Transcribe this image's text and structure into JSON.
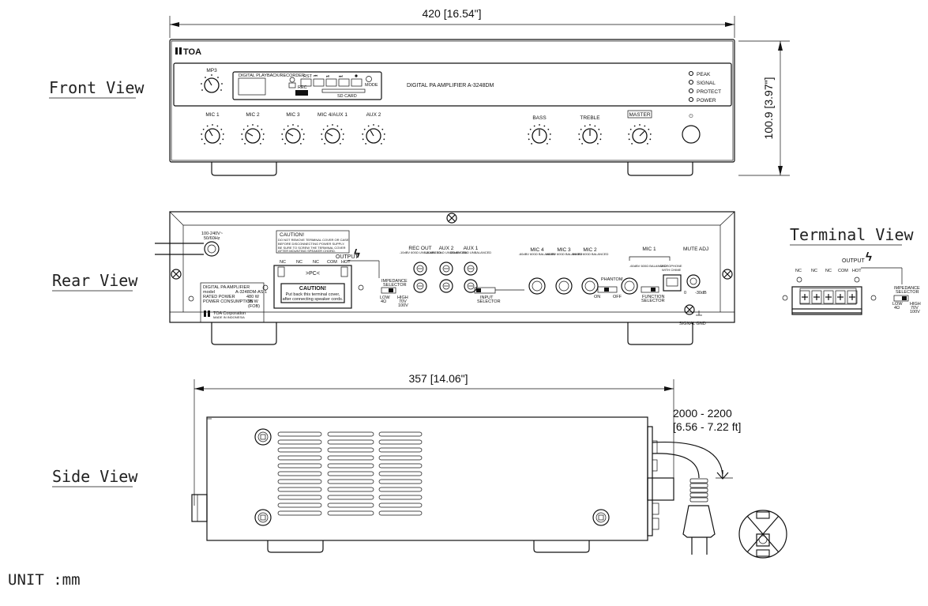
{
  "view_labels": {
    "front": "Front View",
    "rear": "Rear View",
    "side": "Side View",
    "terminal": "Terminal View"
  },
  "dimensions": {
    "width": "420 [16.54\"]",
    "height": "100.9 [3.97\"]",
    "depth": "357 [14.06\"]",
    "cord_line1": "2000 - 2200",
    "cord_line2": "[6.56 - 7.22 ft]"
  },
  "unit": "UNIT :mm",
  "front": {
    "brand": "TOA",
    "model_text": "DIGITAL PA AMPLIFIER A-3248DM",
    "mp3_label": "MP3",
    "player_title": "DIGITAL PLAYBACK/RECORDER",
    "player_btn_label": "RST",
    "player_mode_label": "MODE",
    "player_sd_label": "SD CARD",
    "player_usb_label": "REC",
    "knob_labels": [
      "MIC 1",
      "MIC 2",
      "MIC 3",
      "MIC 4/AUX 1",
      "AUX 2"
    ],
    "tone_labels": [
      "BASS",
      "TREBLE",
      "MASTER"
    ],
    "indicators": [
      "PEAK",
      "SIGNAL",
      "PROTECT",
      "POWER"
    ]
  },
  "rear": {
    "power_label_1": "100-240V~",
    "power_label_2": "50/60Hz",
    "caution_title": "CAUTION!",
    "caution_lines": [
      "DO NOT REMOVE TERMINAL COVER OR CASE",
      "BEFORE DISCONNECTING POWER SUPPLY.",
      "BE SURE TO SCREW THE TERMINAL COVER",
      "AFTER MOUNTING SPEAKER CHORD."
    ],
    "output_label": "OUTPUT",
    "terminal_labels": [
      "NC",
      "NC",
      "NC",
      "COM",
      "HOT"
    ],
    "cover_mark": ">PC<",
    "cover_caution": "CAUTION!",
    "cover_text_1": "Put back this terminal cover,",
    "cover_text_2": "after connecting speaker cords.",
    "impedance_label_1": "IMPEDANCE",
    "impedance_label_2": "SELECTOR",
    "impedance_low": "LOW",
    "impedance_low_val": "4Ω",
    "impedance_high": "HIGH",
    "impedance_high_val": "70V",
    "impedance_high_val2": "100V",
    "rating_title": "DIGITAL PA AMPLIFIER",
    "rating_model_label": "model",
    "rating_model": "A-3248DM-AS 1",
    "rating_power_label": "RATED POWER",
    "rating_power": "480 W",
    "rating_consumption_label": "POWER CONSUMPTION",
    "rating_consumption": "95 W",
    "rating_code": "(FOB)",
    "rating_company": "TOA Corporation",
    "rating_made": "MADE IN INDONESIA",
    "jacks": [
      {
        "label": "REC OUT",
        "sub": "-10dBV 600Ω UNBALANCED"
      },
      {
        "label": "AUX 2",
        "sub": "-20dBV 10kΩ UNBALANCED"
      },
      {
        "label": "AUX 1",
        "sub": "-20dBV 10kΩ UNBALANCED"
      },
      {
        "label": "MIC 4",
        "sub": "-60dBV 600Ω BALANCED"
      },
      {
        "label": "MIC 3",
        "sub": "-60dBV 600Ω BALANCED"
      },
      {
        "label": "MIC 2",
        "sub": "-60dBV 600Ω BALANCED"
      },
      {
        "label": "MIC 1",
        "sub": "-60dBV 600Ω BALANCED"
      }
    ],
    "input_selector_1": "INPUT",
    "input_selector_2": "SELECTOR",
    "phantom_label": "PHANTOM",
    "phantom_on": "ON",
    "phantom_off": "OFF",
    "function_selector_1": "FUNCTION",
    "function_selector_2": "SELECTOR",
    "mic_chime_1": "MICROPHONE",
    "mic_chime_2": "WITH CHIME",
    "mute_label": "MUTE ADJ",
    "mute_min": "0",
    "mute_max": "-30dB",
    "signal_gnd": "SIGNAL GND"
  },
  "terminal_view": {
    "labels": [
      "NC",
      "NC",
      "NC",
      "COM",
      "HOT"
    ],
    "output_label": "OUTPUT",
    "impedance_1": "IMPEDANCE",
    "impedance_2": "SELECTOR",
    "low": "LOW",
    "low_val": "4Ω",
    "high": "HIGH",
    "high_val": "70V",
    "high_val2": "100V"
  }
}
